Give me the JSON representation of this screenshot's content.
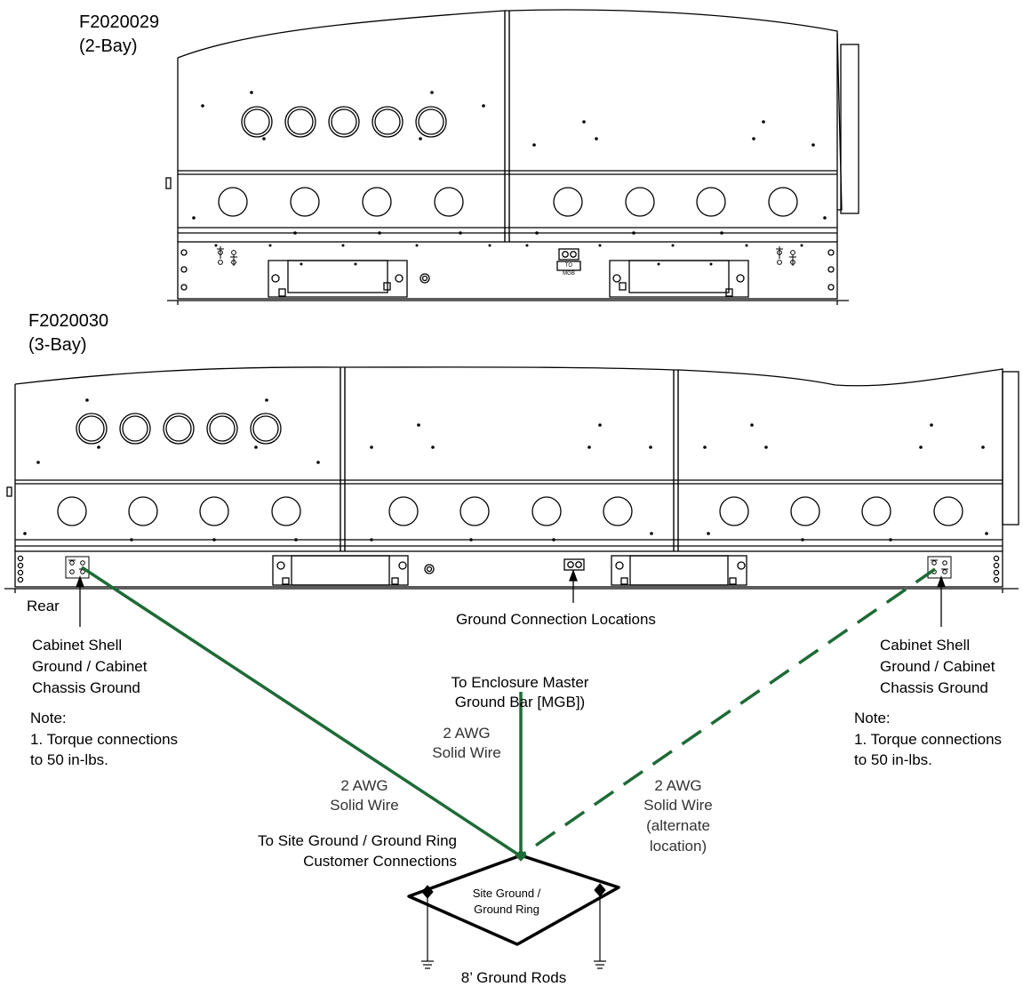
{
  "models": {
    "two_bay": {
      "id": "F2020029",
      "bays": "(2-Bay)"
    },
    "three_bay": {
      "id": "F2020030",
      "bays": "(3-Bay)"
    }
  },
  "mgb_tag": "TO MGB",
  "labels": {
    "rear": "Rear",
    "ground_connection_locations": "Ground Connection Locations",
    "cabinet_ground_left": [
      "Cabinet Shell",
      "Ground / Cabinet",
      "Chassis Ground"
    ],
    "cabinet_ground_right": [
      "Cabinet Shell",
      "Ground / Cabinet",
      "Chassis Ground"
    ],
    "note_left": [
      "Note:",
      "1. Torque connections",
      "to 50 in-lbs."
    ],
    "note_right": [
      "Note:",
      "1. Torque connections",
      "to 50 in-lbs."
    ],
    "to_mgb": [
      "To Enclosure Master",
      "Ground Bar [MGB])"
    ],
    "wire_mgb": [
      "2 AWG",
      "Solid Wire"
    ],
    "wire_left": [
      "2 AWG",
      "Solid Wire"
    ],
    "wire_right": [
      "2 AWG",
      "Solid Wire",
      "(alternate",
      "location)"
    ],
    "to_site_ground": [
      "To Site Ground / Ground Ring",
      "Customer Connections"
    ],
    "site_ground_ring": [
      "Site Ground /",
      "Ground Ring"
    ],
    "ground_rods": "8’ Ground Rods"
  },
  "colors": {
    "wire": "#1e6b37",
    "line": "#000000"
  }
}
